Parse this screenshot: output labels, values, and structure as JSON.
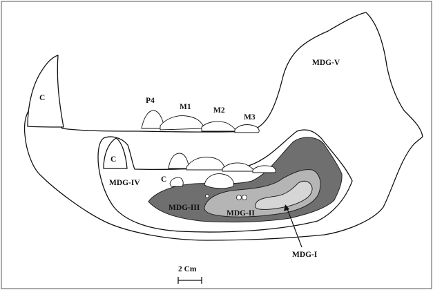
{
  "figure": {
    "colors": {
      "outline": "#111111",
      "mdg_iii": "#6f6f6f",
      "mdg_ii": "#b5b5b5",
      "mdg_i": "#d6d6d6",
      "background": "#ffffff"
    },
    "labels": {
      "canine_outer": "C",
      "canine_inner": "C",
      "canine_small": "C",
      "p4": "P4",
      "m1": "M1",
      "m2": "M2",
      "m3": "M3",
      "mdg_v": "MDG-V",
      "mdg_iv": "MDG-IV",
      "mdg_iii": "MDG-III",
      "mdg_ii": "MDG-II",
      "mdg_i": "MDG-I"
    },
    "scale_bar": {
      "label": "2 Cm"
    }
  }
}
